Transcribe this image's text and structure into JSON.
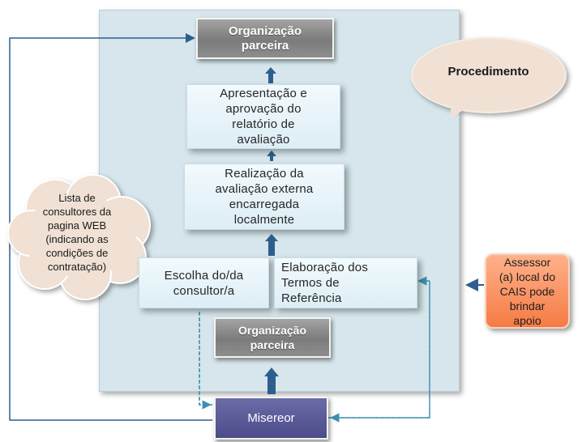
{
  "top_org": "Organização\nparceira",
  "bottom_org": "Organização\nparceira",
  "bubble": "Procedimento",
  "steps": {
    "apresentacao": "Apresentação e\naprovação do\nrelatório de\navaliação",
    "realizacao": "Realização da\navaliação externa\nencarregada\nlocalmente",
    "escolha": "Escolha do/da\nconsultor/a",
    "elaboracao": "Elaboração dos\nTermos de\nReferência"
  },
  "cloud": "Lista de\nconsultores da\npagina WEB\n(indicando as\ncondições de\ncontratação)",
  "misereor": "Misereor",
  "assessor": "Assessor\n(a) local do\nCAIS pode\nbrindar\napoio",
  "colors": {
    "panel": "#d6e6ec",
    "arrow": "#2e5e8e",
    "misereor": "#55558f",
    "assessor": "#f57b45",
    "bubble": "#f0e1d4"
  }
}
